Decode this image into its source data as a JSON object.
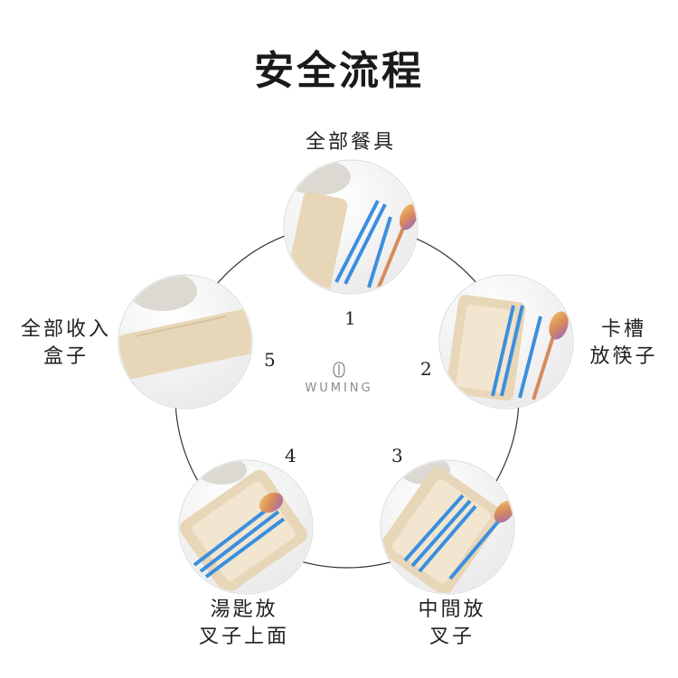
{
  "title": "安全流程",
  "brand": {
    "name": "WUMING",
    "color": "#8a8a8a"
  },
  "steps": [
    {
      "number": "1",
      "caption": "全部餐具"
    },
    {
      "number": "2",
      "caption": "卡槽\n放筷子"
    },
    {
      "number": "3",
      "caption": "中間放\n叉子"
    },
    {
      "number": "4",
      "caption": "湯匙放\n叉子上面"
    },
    {
      "number": "5",
      "caption": "全部收入\n盒子"
    }
  ],
  "colors": {
    "circle_outline": "#333333",
    "box_beige": "#e8d6b8",
    "wood": "#8a5a3a"
  }
}
